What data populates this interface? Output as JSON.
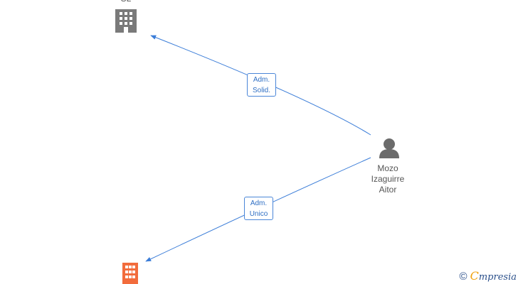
{
  "colors": {
    "edge": "#3b7dd8",
    "company_gray": "#7a7a7a",
    "company_orange": "#f26c3c",
    "person": "#6b6b6b"
  },
  "nodes": {
    "company_top": {
      "label": "SL",
      "icon": "building-icon",
      "color": "#7a7a7a"
    },
    "company_bottom": {
      "label": "",
      "icon": "building-icon",
      "color": "#f26c3c"
    },
    "person": {
      "label_lines": [
        "Mozo",
        "Izaguirre",
        "Aitor"
      ],
      "icon": "person-icon"
    }
  },
  "edges": [
    {
      "from": "person",
      "to": "company_top",
      "label_lines": [
        "Adm.",
        "Solid."
      ]
    },
    {
      "from": "person",
      "to": "company_bottom",
      "label_lines": [
        "Adm.",
        "Unico"
      ]
    }
  ],
  "watermark": {
    "symbol": "©",
    "brand_initial": "C",
    "brand_rest": "mpresia"
  }
}
